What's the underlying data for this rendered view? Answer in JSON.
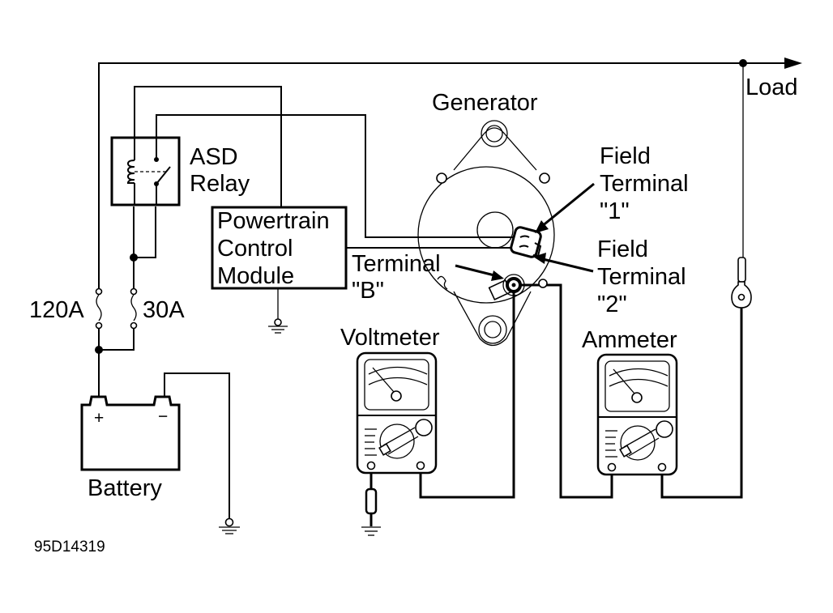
{
  "diagram": {
    "figure_id": "95D14319",
    "labels": {
      "load": "Load",
      "asd_relay_line1": "ASD",
      "asd_relay_line2": "Relay",
      "pcm_line1": "Powertrain",
      "pcm_line2": "Control",
      "pcm_line3": "Module",
      "generator": "Generator",
      "field_terminal_1_line1": "Field",
      "field_terminal_1_line2": "Terminal",
      "field_terminal_1_line3": "\"1\"",
      "field_terminal_2_line1": "Field",
      "field_terminal_2_line2": "Terminal",
      "field_terminal_2_line3": "\"2\"",
      "terminal_b_line1": "Terminal",
      "terminal_b_line2": "\"B\"",
      "fuse_120": "120A",
      "fuse_30": "30A",
      "voltmeter": "Voltmeter",
      "ammeter": "Ammeter",
      "battery": "Battery",
      "battery_plus": "+",
      "battery_minus": "−"
    },
    "components": [
      {
        "id": "battery",
        "name": "Battery"
      },
      {
        "id": "fuse-120a",
        "name": "120A fuse"
      },
      {
        "id": "fuse-30a",
        "name": "30A fuse"
      },
      {
        "id": "asd-relay",
        "name": "ASD Relay"
      },
      {
        "id": "pcm",
        "name": "Powertrain Control Module"
      },
      {
        "id": "generator",
        "name": "Generator"
      },
      {
        "id": "voltmeter",
        "name": "Voltmeter"
      },
      {
        "id": "ammeter",
        "name": "Ammeter"
      },
      {
        "id": "load",
        "name": "Load"
      }
    ],
    "connections": [
      [
        "battery+",
        "fuse-120a"
      ],
      [
        "battery+",
        "fuse-30a"
      ],
      [
        "fuse-120a",
        "load"
      ],
      [
        "fuse-30a",
        "asd-relay"
      ],
      [
        "asd-relay",
        "pcm"
      ],
      [
        "asd-relay",
        "generator-field-1"
      ],
      [
        "pcm",
        "generator-field-2"
      ],
      [
        "pcm",
        "ground"
      ],
      [
        "generator-terminal-b",
        "voltmeter+"
      ],
      [
        "generator-terminal-b",
        "ammeter-"
      ],
      [
        "ammeter+",
        "load"
      ],
      [
        "voltmeter-",
        "ground"
      ],
      [
        "battery-",
        "ground"
      ]
    ]
  }
}
